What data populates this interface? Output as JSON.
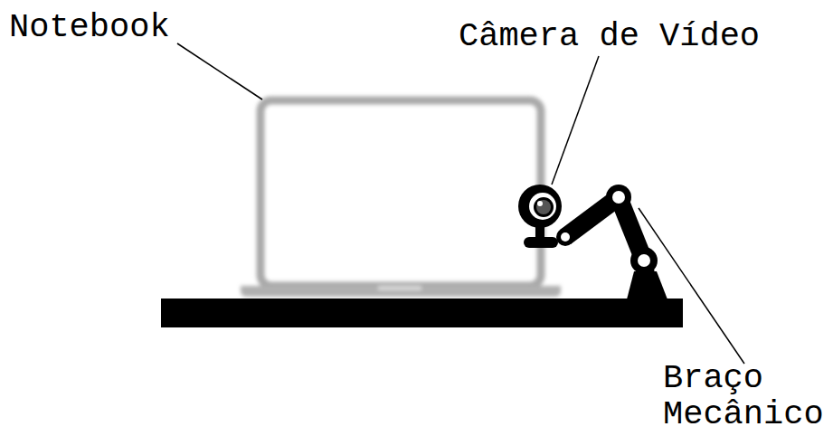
{
  "diagram": {
    "labels": [
      "Notebook",
      "Câmera de Vídeo",
      "Braço Mecânico"
    ]
  }
}
